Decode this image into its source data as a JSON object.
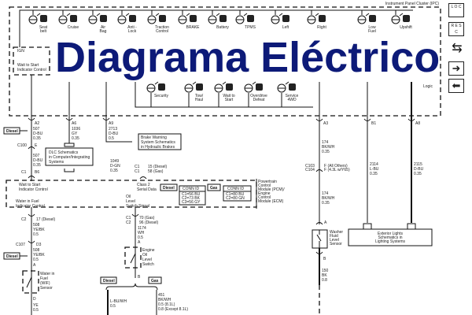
{
  "diagram": {
    "title": "Diagrama Eléctrico",
    "module_label": "Instrument Panel Cluster (IPC)",
    "ign_label": "IGN",
    "logic_label": "Logic",
    "wait_start_ctrl": [
      "Wait to Start",
      "Indicator Control"
    ],
    "indicators_top": [
      [
        "Seat",
        "belt"
      ],
      [
        "Cruise"
      ],
      [
        "Air",
        "Bag"
      ],
      [
        "Anti -",
        "Lock"
      ],
      [
        "Traction",
        "Control"
      ],
      [
        "BRAKE"
      ],
      [
        "Battery"
      ],
      [
        "TPMS"
      ],
      [
        "Left"
      ],
      [
        "Right"
      ],
      [
        "Low",
        "Fuel"
      ],
      [
        "Upshift"
      ]
    ],
    "indicators_bottom": [
      [
        "Security"
      ],
      [
        "Tow/",
        "Haul"
      ],
      [
        "Wait to",
        "Start"
      ],
      [
        "Overdrive",
        "Defeat"
      ],
      [
        "Service",
        "4WD"
      ]
    ],
    "side_icons": [
      "L O C",
      "R E S C"
    ],
    "connectors": {
      "a2": {
        "pin": "A2",
        "wire": [
          "507",
          "D-BU",
          "0.35"
        ]
      },
      "a6": {
        "pin": "A6",
        "wire": [
          "1036",
          "GY",
          "0.35"
        ]
      },
      "a9": {
        "pin": "A9",
        "wire": [
          "2713",
          "D-BU",
          "0.5"
        ]
      },
      "c100": [
        "C100",
        "E"
      ],
      "a2b": {
        "wire": [
          "507",
          "D-BU",
          "0.35"
        ]
      },
      "c1_b6": [
        "C1",
        "B6"
      ],
      "ser": {
        "wire": [
          "1049",
          "D-GN",
          "0.35"
        ],
        "pins": [
          "C1",
          "C1"
        ],
        "pin_vals": [
          "15 (Diesel)",
          "58 (Gas)"
        ]
      },
      "a3": {
        "pin": "A3",
        "wire": [
          "174",
          "BK/WH",
          "0.35"
        ]
      },
      "b1": {
        "pin": "B1",
        "wire": [
          "2114",
          "L-BU",
          "0.35"
        ]
      },
      "a8": {
        "pin": "A8",
        "wire": [
          "2115",
          "D-BU",
          "0.35"
        ]
      },
      "c103": [
        "C103",
        "C104"
      ],
      "c103_vals": [
        "F (All Others)",
        "F (4.3L w/Y65)"
      ],
      "a3b": {
        "wire": [
          "174",
          "BK/WH",
          "0.35"
        ]
      },
      "c2_17": [
        "C2",
        "17 (Diesel)"
      ],
      "w508": [
        "508",
        "YE/BK",
        "0.5"
      ],
      "c107": [
        "C107",
        "D3"
      ],
      "w508b": [
        "508",
        "YE/BK",
        "0.5"
      ],
      "pin_a_wif": "A",
      "pin_d": "D",
      "w_ye": [
        "YE",
        "0.5"
      ],
      "c1c2_oil": [
        "C1",
        "C2"
      ],
      "oil_vals": [
        "70 (Gas)",
        "96 (Diesel)"
      ],
      "w1174": [
        "1174",
        "WH",
        "0.5"
      ],
      "pin_a_oil": "A",
      "pin_b_oil": "B",
      "w_left": [
        "L-BU/WH",
        "0.5"
      ],
      "w451": [
        "451",
        "BK/WH",
        "0.5 (8.1L)",
        "0.8 (Except 8.1L)"
      ],
      "pin_a_washer": "A",
      "pin_b_washer": "B",
      "w150": [
        "150",
        "BK",
        "0.8"
      ]
    },
    "tags": {
      "diesel": "Diesel",
      "gas": "Gas"
    },
    "refs": {
      "dlc": [
        "DLC Schematics",
        "in Computer/Integrating",
        "Systems"
      ],
      "brake": [
        "Brake Warning",
        "System Schematics",
        "in Hydraulic Brakes"
      ],
      "ext_lights": [
        "Exterior Lights",
        "Schematics in",
        "Lighting Systems"
      ]
    },
    "pcm": {
      "label": [
        "Powertrain",
        "Control",
        "Module (PCM)/",
        "Engine",
        "Control",
        "Module (ECM)"
      ],
      "wait_start": [
        "Wait to Start",
        "Indicator Control"
      ],
      "class2": [
        "Class 2",
        "Serial Data"
      ],
      "wif": [
        "Water in Fuel",
        "Indicator Control"
      ],
      "oil": [
        "Oil",
        "Level",
        "Switch Signal"
      ],
      "conn_diesel": {
        "header": "CONN ID",
        "rows": [
          "C1=56 BU",
          "C2=73 BK",
          "C3=56 GY"
        ]
      },
      "conn_gas": {
        "header": "CONN ID",
        "rows": [
          "C1=80 BU",
          "C2=80 GN"
        ]
      }
    },
    "components": {
      "wif_sensor": [
        "Water in",
        "Fuel",
        "(WIF)",
        "Sensor"
      ],
      "oil_switch": [
        "Engine",
        "Oil",
        "Level",
        "Switch"
      ],
      "washer": [
        "Washer",
        "Fluid",
        "Level",
        "Sensor"
      ]
    }
  }
}
